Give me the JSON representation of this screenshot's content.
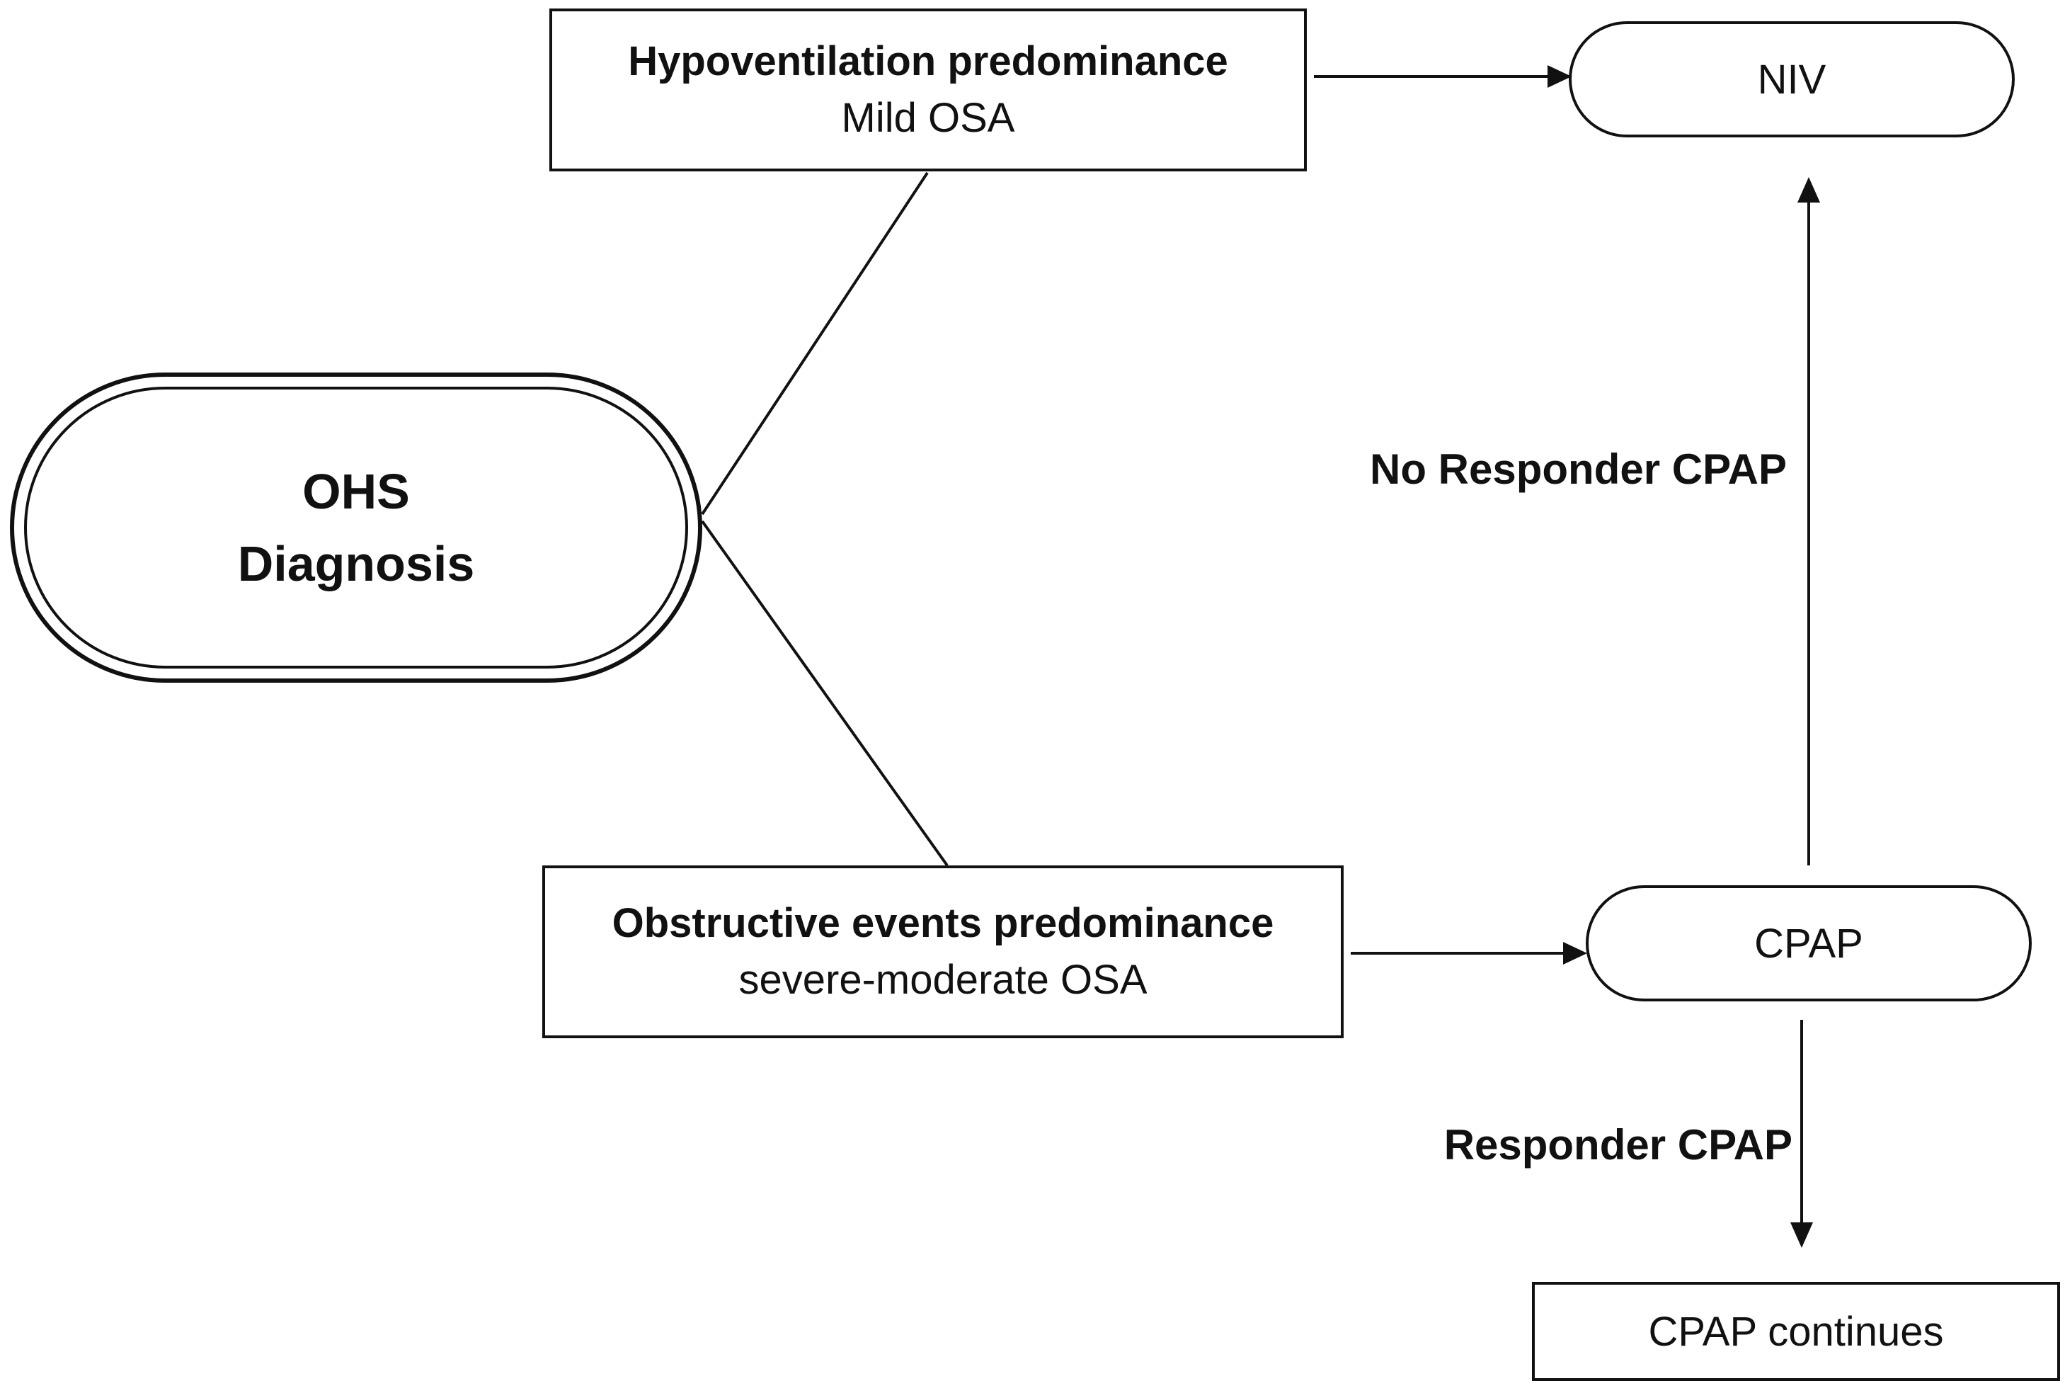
{
  "nodes": {
    "ohs": {
      "line1": "OHS",
      "line2": "Diagnosis"
    },
    "hypoventilation": {
      "title": "Hypoventilation predominance",
      "subtitle": "Mild OSA"
    },
    "obstructive": {
      "title": "Obstructive events predominance",
      "subtitle": "severe-moderate OSA"
    },
    "niv": {
      "label": "NIV"
    },
    "cpap": {
      "label": "CPAP"
    },
    "cpap_continues": {
      "label": "CPAP continues"
    }
  },
  "edges": {
    "no_responder": "No Responder CPAP",
    "responder": "Responder CPAP"
  },
  "colors": {
    "stroke": "#111111",
    "background": "#ffffff"
  }
}
